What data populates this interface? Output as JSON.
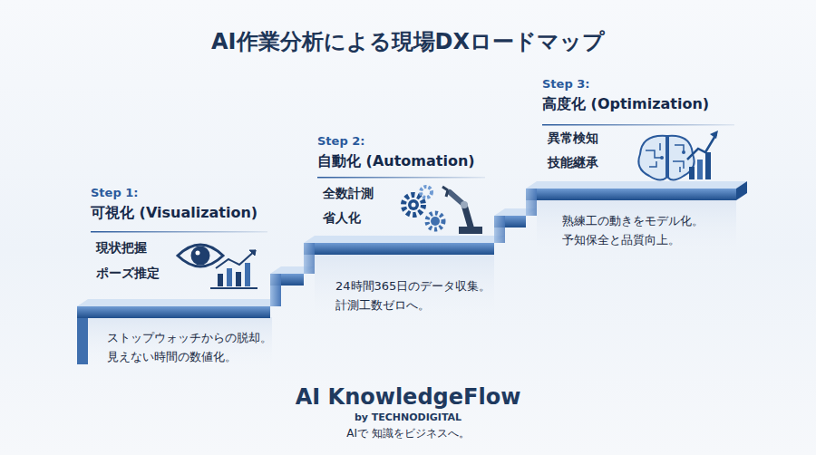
{
  "diagram": {
    "title": "AI作業分析による現場DXロードマップ",
    "nodes": [
      {
        "text": [
          "Step 1:",
          "可視化 (Visualization)",
          "現状把握",
          "ポーズ推定",
          "ストップウォッチからの脱却。 見えない時間の数値化。"
        ]
      },
      {
        "text": [
          "Step 2:",
          "自動化 (Automation)",
          "全数計測",
          "省人化",
          "24時間365日のデータ収集。 計測工数ゼロへ。"
        ]
      },
      {
        "text": [
          "Step 3:",
          "高度化 (Optimization)",
          "異常検知",
          "技能継承",
          "熟練工の動きをモデル化。 予知保全と品質向上。"
        ]
      }
    ],
    "labels": [
      "AI KnowledgeFlow",
      "by TECHNODIGITAL",
      "AIで 知識をビジネスへ。"
    ]
  }
}
